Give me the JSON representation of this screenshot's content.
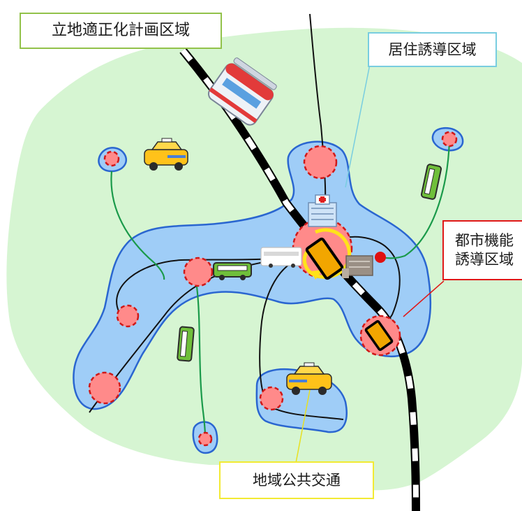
{
  "labels": {
    "ricchi_area": "立地適正化計画区域",
    "kyoju_area": "居住誘導区域",
    "toshi_kino_line1": "都市機能",
    "toshi_kino_line2": "誘導区域",
    "chiiki_transport": "地域公共交通"
  },
  "icons": {
    "train": "train-icon",
    "hospital": "hospital-icon",
    "shop": "building-icon",
    "buses": [
      "bus-icon",
      "bus-icon",
      "bus-icon",
      "bus-icon",
      "bus-icon"
    ],
    "taxis": [
      "taxi-icon",
      "taxi-icon"
    ]
  },
  "colors": {
    "planning_area": "#d6f5d2",
    "residential_area": "#9fcdf7",
    "residential_border": "#2a66d0",
    "hub": "#ff8888",
    "hub_border": "#d01818",
    "railway": "#000000",
    "bus_route": "#1a9a4a",
    "station": "#f2a600"
  }
}
